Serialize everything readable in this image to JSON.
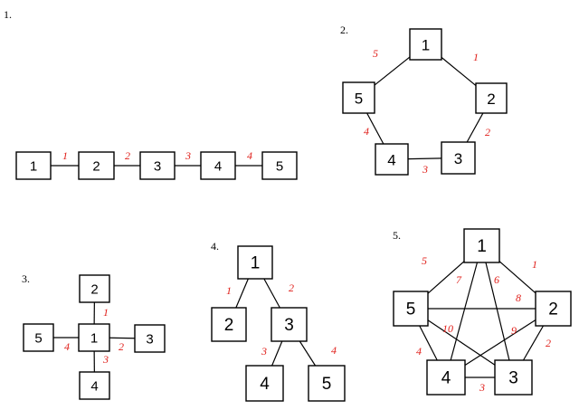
{
  "colors": {
    "edge_label": "#e0201b",
    "line": "#000000",
    "node_fill": "#ffffff"
  },
  "diagrams": [
    {
      "label": "1.",
      "nodes": [
        "1",
        "2",
        "3",
        "4",
        "5"
      ],
      "edges": [
        {
          "from": "1",
          "to": "2",
          "label": "1"
        },
        {
          "from": "2",
          "to": "3",
          "label": "2"
        },
        {
          "from": "3",
          "to": "4",
          "label": "3"
        },
        {
          "from": "4",
          "to": "5",
          "label": "4"
        }
      ]
    },
    {
      "label": "2.",
      "nodes": [
        "1",
        "2",
        "3",
        "4",
        "5"
      ],
      "edges": [
        {
          "from": "1",
          "to": "2",
          "label": "1"
        },
        {
          "from": "2",
          "to": "3",
          "label": "2"
        },
        {
          "from": "3",
          "to": "4",
          "label": "3"
        },
        {
          "from": "4",
          "to": "5",
          "label": "4"
        },
        {
          "from": "5",
          "to": "1",
          "label": "5"
        }
      ]
    },
    {
      "label": "3.",
      "nodes": [
        "1",
        "2",
        "3",
        "4",
        "5"
      ],
      "edges": [
        {
          "from": "1",
          "to": "2",
          "label": "1"
        },
        {
          "from": "1",
          "to": "3",
          "label": "2"
        },
        {
          "from": "1",
          "to": "4",
          "label": "3"
        },
        {
          "from": "1",
          "to": "5",
          "label": "4"
        }
      ]
    },
    {
      "label": "4.",
      "nodes": [
        "1",
        "2",
        "3",
        "4",
        "5"
      ],
      "edges": [
        {
          "from": "1",
          "to": "2",
          "label": "1"
        },
        {
          "from": "1",
          "to": "3",
          "label": "2"
        },
        {
          "from": "3",
          "to": "4",
          "label": "3"
        },
        {
          "from": "3",
          "to": "5",
          "label": "4"
        }
      ]
    },
    {
      "label": "5.",
      "nodes": [
        "1",
        "2",
        "3",
        "4",
        "5"
      ],
      "edges": [
        {
          "from": "1",
          "to": "2",
          "label": "1"
        },
        {
          "from": "2",
          "to": "3",
          "label": "2"
        },
        {
          "from": "3",
          "to": "4",
          "label": "3"
        },
        {
          "from": "4",
          "to": "5",
          "label": "4"
        },
        {
          "from": "5",
          "to": "1",
          "label": "5"
        },
        {
          "from": "1",
          "to": "3",
          "label": "6"
        },
        {
          "from": "1",
          "to": "4",
          "label": "7"
        },
        {
          "from": "2",
          "to": "5",
          "label": "8"
        },
        {
          "from": "2",
          "to": "4",
          "label": "9"
        },
        {
          "from": "3",
          "to": "5",
          "label": "10"
        }
      ]
    }
  ]
}
